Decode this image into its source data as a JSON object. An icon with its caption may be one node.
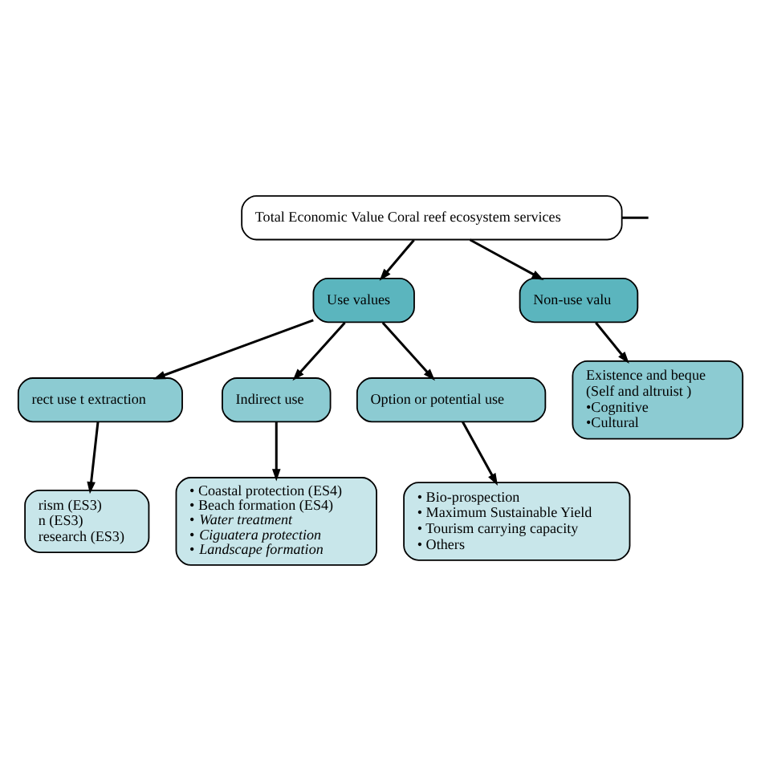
{
  "diagram": {
    "nodes": [
      {
        "text": [
          "Total Economic Value Coral reef ecosystem services"
        ]
      },
      {
        "text": [
          "Use values"
        ]
      },
      {
        "text": [
          "Non-use valu"
        ]
      },
      {
        "text": [
          "rect use t extraction"
        ]
      },
      {
        "text": [
          "Indirect use"
        ]
      },
      {
        "text": [
          "Option or potential use"
        ]
      },
      {
        "text": [
          "Existence and beque",
          "(Self and altruist )",
          "•Cognitive",
          "•Cultural"
        ]
      },
      {
        "text": [
          "• Coastal protection (ES4)",
          "• Beach formation (ES4)",
          "• *Water treatment*",
          "• *Ciguatera protection*",
          "• *Landscape formation*"
        ]
      },
      {
        "text": [
          "rism (ES3)",
          "n (ES3)",
          "research (ES3)"
        ]
      },
      {
        "text": [
          "• Bio-prospection",
          "• Maximum Sustainable Yield",
          "• Tourism carrying capacity",
          "• Others"
        ]
      }
    ],
    "edges": [
      {
        "from": 0,
        "to": 1,
        "arrow": "to"
      },
      {
        "from": 0,
        "to": 2,
        "arrow": "to"
      },
      {
        "from": 0,
        "to": null,
        "arrow": "none"
      },
      {
        "from": 1,
        "to": 3,
        "arrow": "to"
      },
      {
        "from": 1,
        "to": 4,
        "arrow": "to"
      },
      {
        "from": 1,
        "to": 5,
        "arrow": "to"
      },
      {
        "from": 2,
        "to": 6,
        "arrow": "to"
      },
      {
        "from": 3,
        "to": 8,
        "arrow": "to"
      },
      {
        "from": 4,
        "to": 7,
        "arrow": "to"
      },
      {
        "from": 5,
        "to": 9,
        "arrow": "to"
      }
    ]
  }
}
